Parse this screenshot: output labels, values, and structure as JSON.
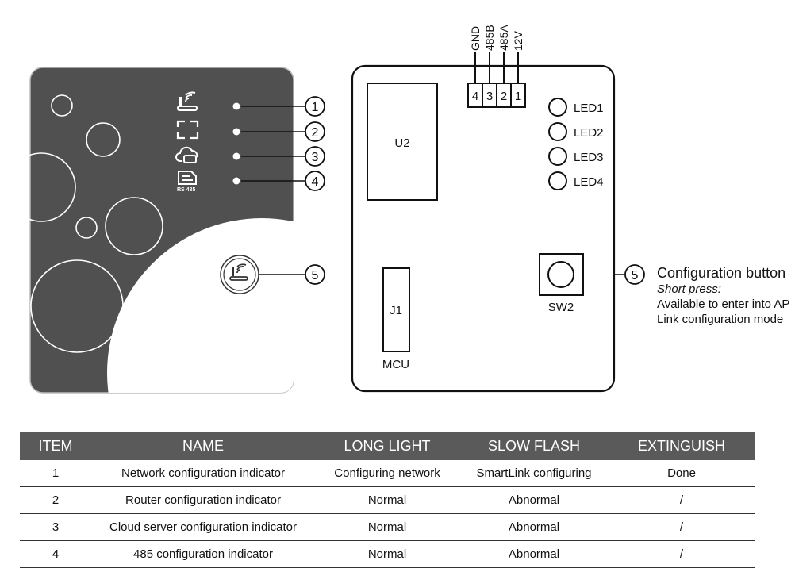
{
  "device_front": {
    "icons": [
      "network-config-icon",
      "router-config-icon",
      "cloud-config-icon",
      "rs485-config-icon"
    ],
    "rs485_icon_text": "RS 485",
    "colors": {
      "body": "#505050",
      "light": "#ffffff",
      "indicator": "#ffffff"
    }
  },
  "callouts": [
    "1",
    "2",
    "3",
    "4",
    "5"
  ],
  "board": {
    "pins": [
      {
        "num": "4",
        "label": "GND"
      },
      {
        "num": "3",
        "label": "485B"
      },
      {
        "num": "2",
        "label": "485A"
      },
      {
        "num": "1",
        "label": "12V"
      }
    ],
    "u2": "U2",
    "j1": "J1",
    "mcu": "MCU",
    "leds": [
      "LED1",
      "LED2",
      "LED3",
      "LED4"
    ],
    "sw": "SW2"
  },
  "config_button": {
    "title": "Configuration button",
    "subtitle": "Short press:",
    "description": "Available to enter into AP Link configuration mode"
  },
  "table": {
    "headers": [
      "ITEM",
      "NAME",
      "LONG LIGHT",
      "SLOW FLASH",
      "EXTINGUISH"
    ],
    "rows": [
      [
        "1",
        "Network configuration indicator",
        "Configuring network",
        "SmartLink configuring",
        "Done"
      ],
      [
        "2",
        "Router configuration indicator",
        "Normal",
        "Abnormal",
        "/"
      ],
      [
        "3",
        "Cloud server configuration indicator",
        "Normal",
        "Abnormal",
        "/"
      ],
      [
        "4",
        "485 configuration indicator",
        "Normal",
        "Abnormal",
        "/"
      ]
    ],
    "header_color": "#5a5a5a"
  }
}
